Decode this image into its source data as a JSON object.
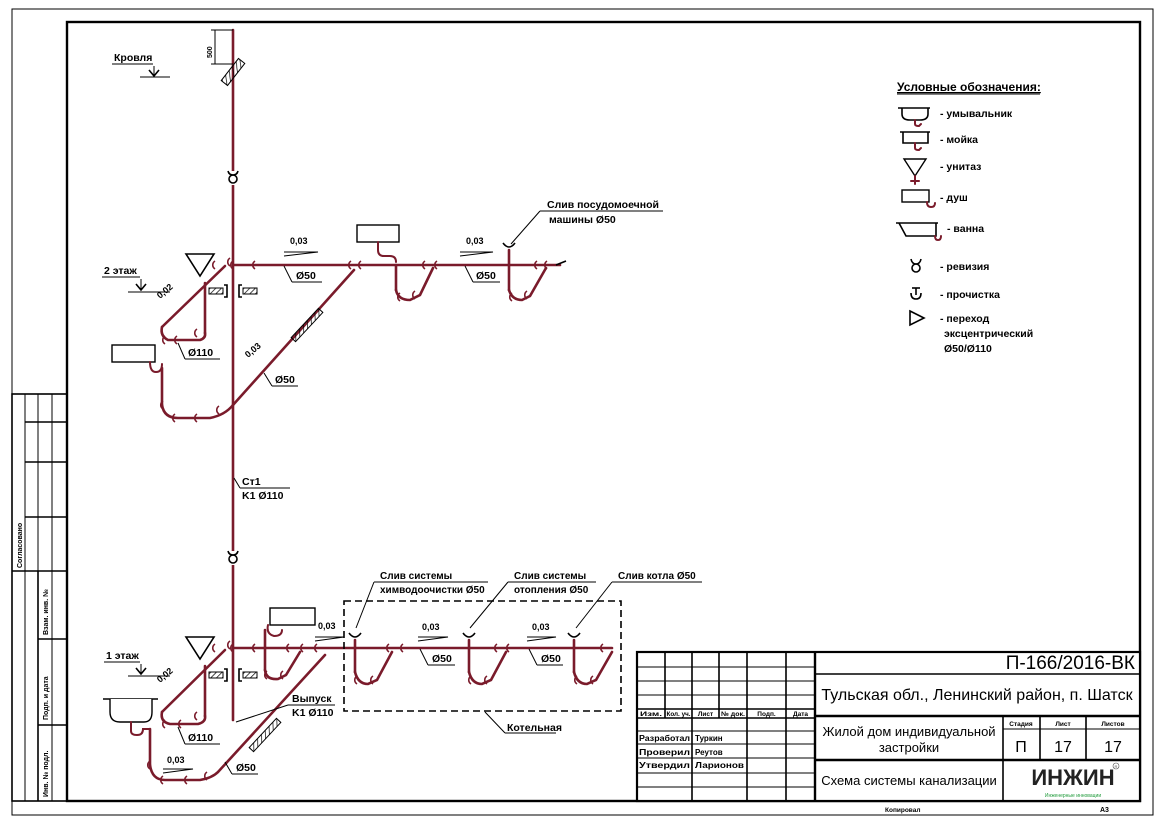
{
  "colors": {
    "pipe": "#7a1b2b",
    "line": "#000000",
    "logo_green": "#1f9a3a",
    "logo_text": "#222222"
  },
  "drawing": {
    "roof_label": "Кровля",
    "vent_height": "500",
    "floor2_label": "2 этаж",
    "floor1_label": "1 этаж",
    "riser_name": "Ст1",
    "riser_spec": "K1 Ø110",
    "outlet_name": "Выпуск",
    "outlet_spec": "K1 Ø110",
    "boiler_room_label": "Котельная",
    "dishwasher_label_line1": "Слив посудомоечной",
    "dishwasher_label_line2": "машины  Ø50",
    "chem_label_line1": "Слив системы",
    "chem_label_line2": "химводоочистки Ø50",
    "heating_label_line1": "Слив системы",
    "heating_label_line2": "отопления Ø50",
    "boiler_label": "Слив котла Ø50",
    "slopes": {
      "f2_toilet": "0,02",
      "f2_main": "0,03",
      "f2_diag": "0,03",
      "f2_right": "0,03",
      "f1_toilet": "0,02",
      "f1_main": "0,03",
      "f1_boiler1": "0,03",
      "f1_boiler2": "0,03",
      "f1_bottom": "0,03"
    },
    "diameters": {
      "f2_main": "Ø50",
      "f2_right": "Ø50",
      "f2_toilet": "Ø110",
      "f2_diag": "Ø50",
      "f1_toilet": "Ø110",
      "f1_diag": "Ø50",
      "f1_boiler1": "Ø50",
      "f1_boiler2": "Ø50"
    }
  },
  "legend": {
    "title": "Условные обозначения:",
    "items": [
      {
        "icon": "washbasin-icon",
        "label": "- умывальник"
      },
      {
        "icon": "sink-icon",
        "label": "- мойка"
      },
      {
        "icon": "toilet-icon",
        "label": "- унитаз"
      },
      {
        "icon": "shower-icon",
        "label": "- душ"
      },
      {
        "icon": "bathtub-icon",
        "label": "- ванна"
      },
      {
        "icon": "revision-icon",
        "label": "- ревизия"
      },
      {
        "icon": "cleanout-icon",
        "label": "- прочистка"
      },
      {
        "icon": "eccentric-reducer-icon",
        "label_lines": [
          "- переход",
          "эксцентрический",
          "Ø50/Ø110"
        ]
      }
    ]
  },
  "side_stamp": {
    "agreed": "Согласовано",
    "cells": [
      "Взам. инв. №",
      "Подп. и дата",
      "Инв. № подл."
    ]
  },
  "title_block": {
    "doc_code": "П-166/2016-ВК",
    "location": "Тульская обл., Ленинский район, п. Шатск",
    "object_line1": "Жилой дом индивидуальной",
    "object_line2": "застройки",
    "sheet_title": "Схема системы канализации",
    "headers": [
      "Изм.",
      "Кол. уч.",
      "Лист",
      "№ док.",
      "Подп.",
      "Дата"
    ],
    "stage_header": "Стадия",
    "sheet_header": "Лист",
    "sheets_header": "Листов",
    "stage": "П",
    "sheet": "17",
    "sheets": "17",
    "signatures": [
      {
        "role": "Разработал",
        "name": "Туркин"
      },
      {
        "role": "Проверил",
        "name": "Реутов"
      },
      {
        "role": "Утвердил",
        "name": "Ларионов"
      }
    ],
    "logo_text": "ИНЖИН",
    "logo_tagline": "Инженерные инновации",
    "logo_mark": "R",
    "copied": "Копировал",
    "format": "А3"
  }
}
